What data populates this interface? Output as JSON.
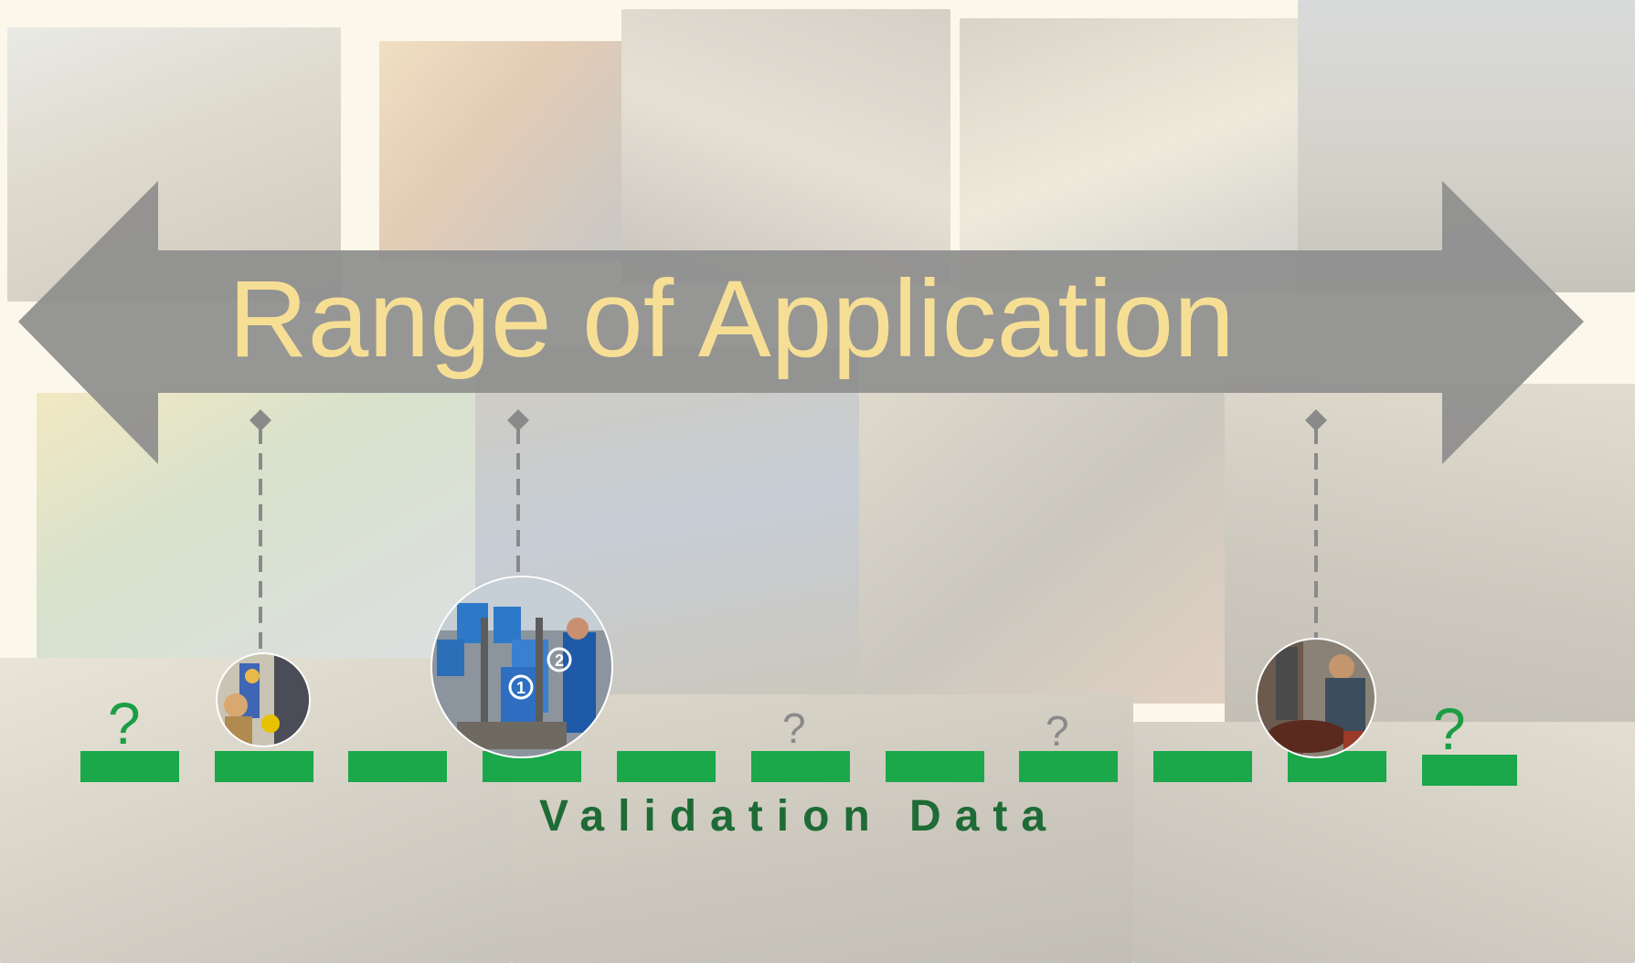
{
  "diagram": {
    "title": "Range of Application",
    "axis_label": "Validation Data",
    "question_marks": [
      {
        "text": "?",
        "style": "green"
      },
      {
        "text": "?",
        "style": "gray"
      },
      {
        "text": "?",
        "style": "gray"
      },
      {
        "text": "?",
        "style": "green"
      }
    ],
    "photo_nodes": [
      {
        "name": "lab-worker-photo"
      },
      {
        "name": "drum-handling-photo",
        "badges": [
          "1",
          "2"
        ]
      },
      {
        "name": "machinist-photo"
      }
    ],
    "colors": {
      "arrow": "#8e8e8e",
      "title": "#f6df95",
      "dash": "#1aa84a",
      "label": "#1e6b36",
      "connector": "#8a8a8a"
    }
  }
}
